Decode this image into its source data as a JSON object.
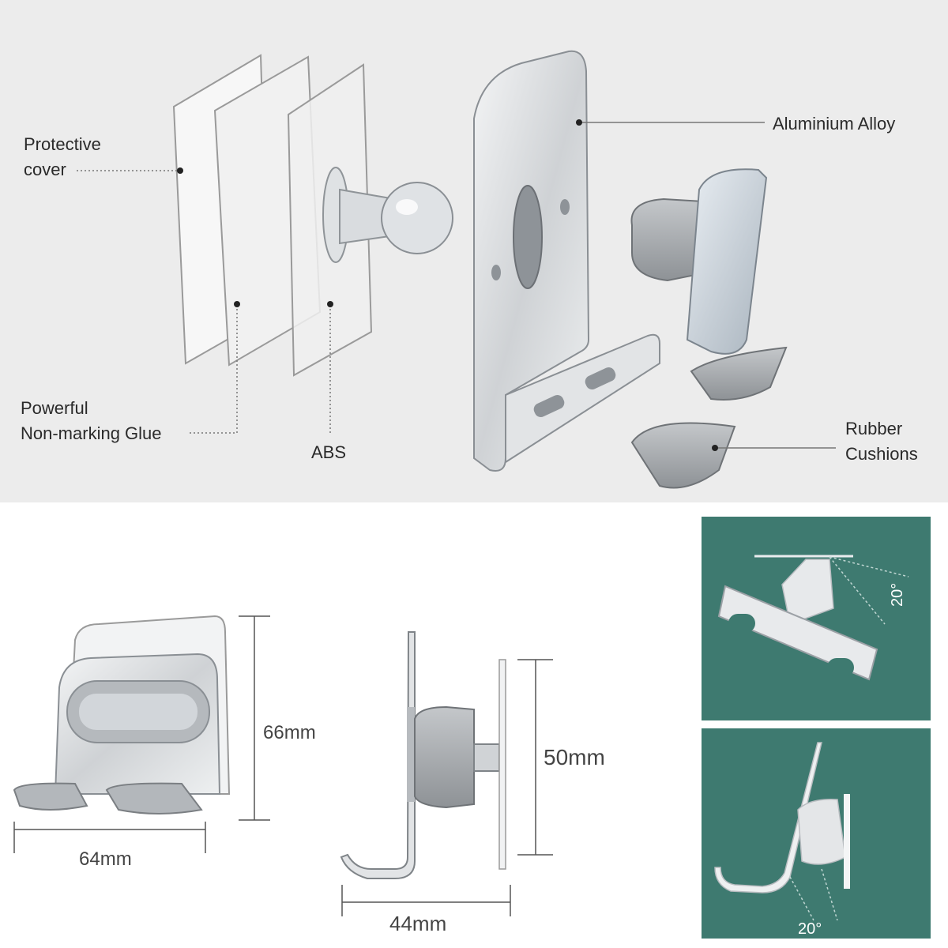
{
  "labels": {
    "protective_cover_1": "Protective",
    "protective_cover_2": "cover",
    "glue_1": "Powerful",
    "glue_2": "Non-marking Glue",
    "abs": "ABS",
    "aluminium": "Aluminium Alloy",
    "rubber_1": "Rubber",
    "rubber_2": "Cushions"
  },
  "dimensions": {
    "height_front": "66mm",
    "width_front": "64mm",
    "height_side": "50mm",
    "width_side": "44mm"
  },
  "angles": {
    "top": "20°",
    "bottom": "20°"
  },
  "colors": {
    "top_background": "#ececec",
    "angle_panel": "#3e7a70",
    "metal": "#d6d8db",
    "rubber": "#a9acaf"
  }
}
